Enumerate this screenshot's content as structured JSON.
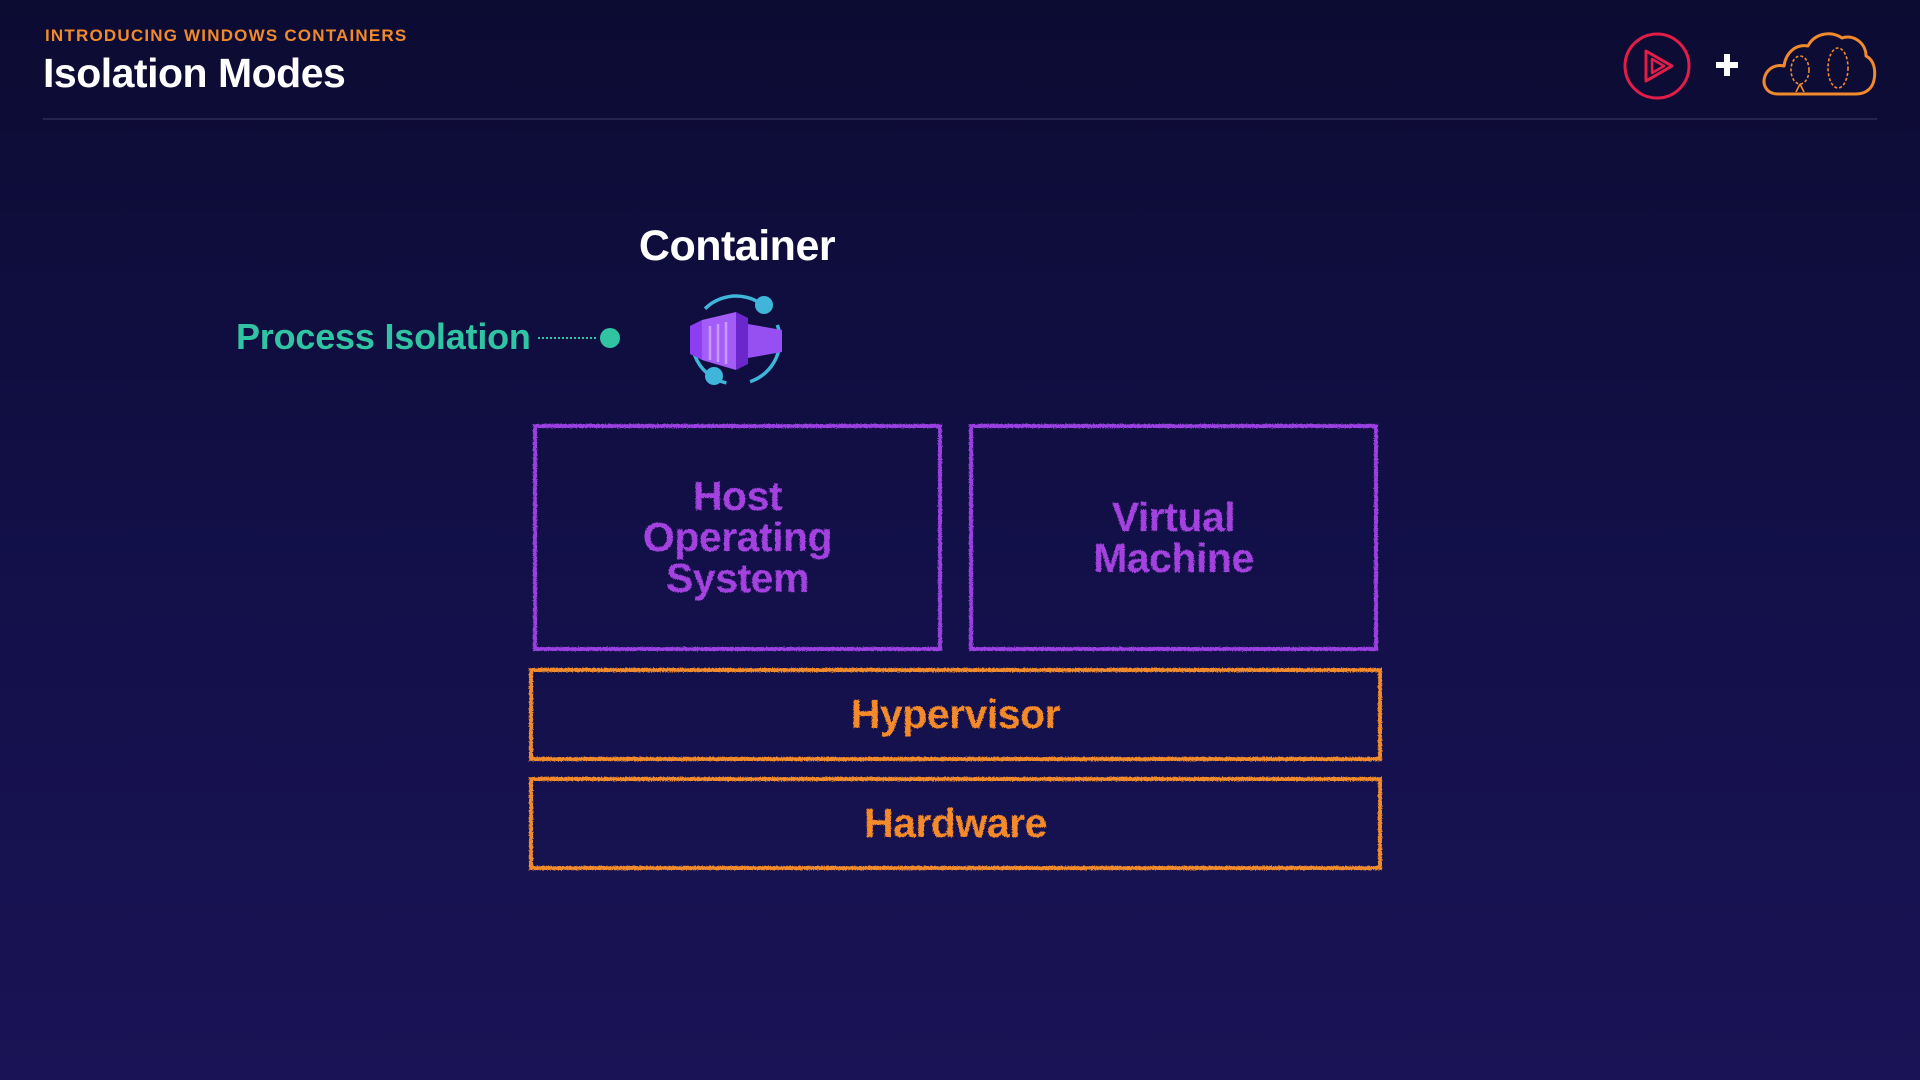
{
  "header": {
    "kicker": "INTRODUCING WINDOWS CONTAINERS",
    "title": "Isolation Modes",
    "kicker_color": "#f08a2c",
    "logos": [
      "play-logo-icon",
      "plus-icon",
      "cloud-logo-icon"
    ]
  },
  "diagram": {
    "container_label": "Container",
    "process_isolation_label": "Process Isolation",
    "process_isolation_color": "#31c4a3",
    "container_icon": "container-cube-icon",
    "layers": {
      "host_os": "Host\nOperating\nSystem",
      "virtual_machine": "Virtual\nMachine",
      "hypervisor": "Hypervisor",
      "hardware": "Hardware"
    },
    "colors": {
      "purple": "#9b3fe0",
      "orange": "#f08a2c",
      "teal": "#31c4a3"
    }
  }
}
